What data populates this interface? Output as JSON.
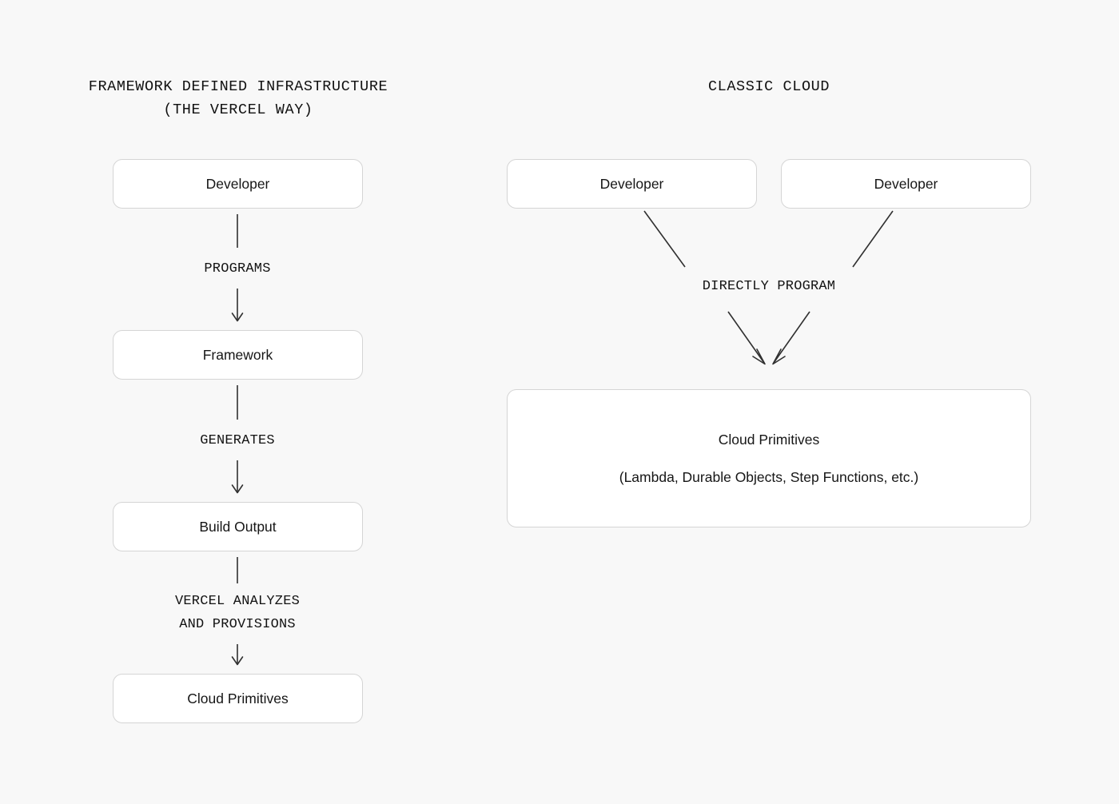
{
  "background_color": "#f8f8f8",
  "box_border_color": "#d5d5d5",
  "box_fill_color": "#ffffff",
  "connector_color": "#303030",
  "columns": {
    "left": {
      "heading": "FRAMEWORK DEFINED INFRASTRUCTURE\n(THE VERCEL WAY)",
      "nodes": {
        "developer": "Developer",
        "framework": "Framework",
        "build_output": "Build Output",
        "cloud_primitives": "Cloud Primitives"
      },
      "edge_labels": {
        "programs": "PROGRAMS",
        "generates": "GENERATES",
        "vercel_analyzes": "VERCEL ANALYZES\nAND PROVISIONS"
      }
    },
    "right": {
      "heading": "CLASSIC CLOUD",
      "nodes": {
        "developer_a": "Developer",
        "developer_b": "Developer",
        "cloud_primitives_title": "Cloud Primitives",
        "cloud_primitives_detail": "(Lambda, Durable Objects, Step Functions, etc.)"
      },
      "edge_labels": {
        "directly_program": "DIRECTLY PROGRAM"
      }
    }
  }
}
